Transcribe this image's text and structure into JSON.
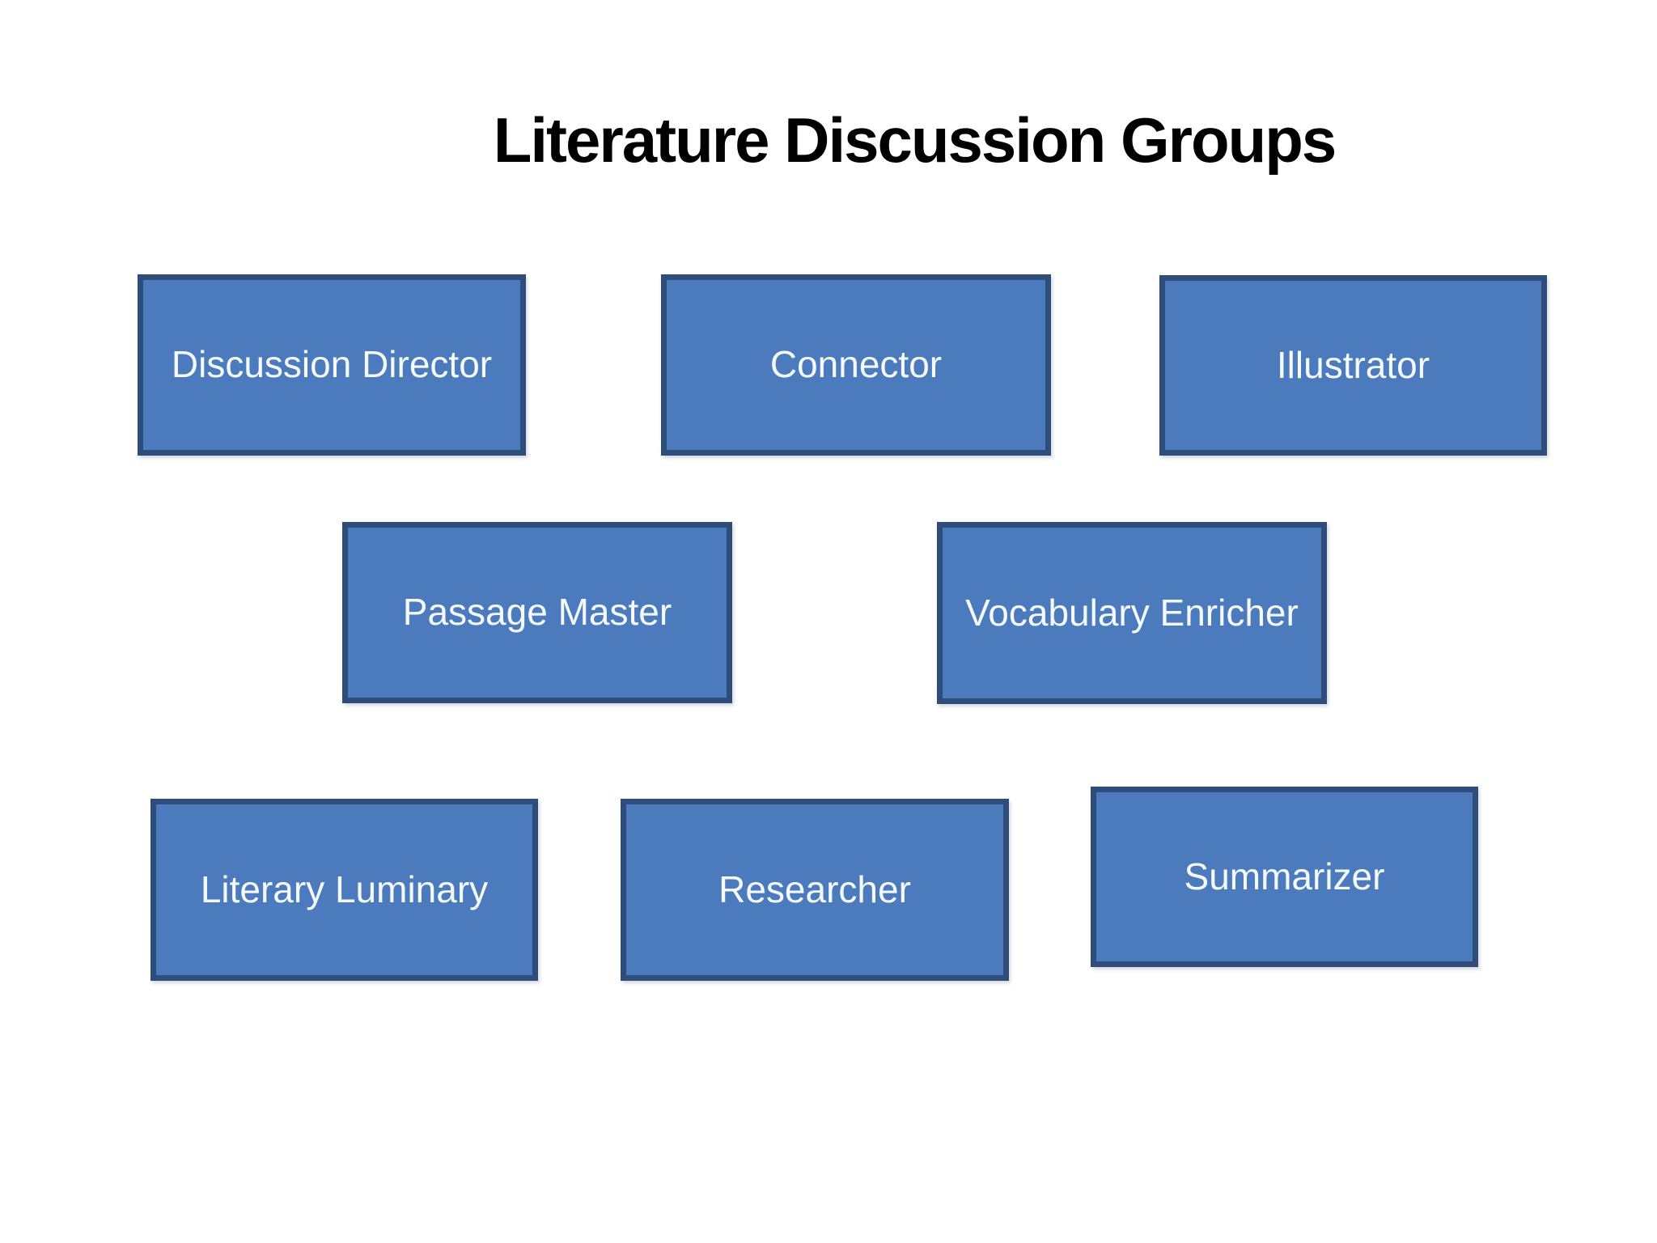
{
  "slide": {
    "title": "Literature Discussion Groups"
  },
  "colors": {
    "slide_bg": "#ffffff",
    "title": "#000000",
    "box_fill": "#4b7bbd",
    "box_border": "#2e4d7a",
    "box_label": "#f5f9fd"
  },
  "roles": [
    {
      "label": "Discussion Director"
    },
    {
      "label": "Connector"
    },
    {
      "label": "Illustrator"
    },
    {
      "label": "Passage Master"
    },
    {
      "label": "Vocabulary Enricher"
    },
    {
      "label": "Literary Luminary"
    },
    {
      "label": "Researcher"
    },
    {
      "label": "Summarizer"
    }
  ]
}
